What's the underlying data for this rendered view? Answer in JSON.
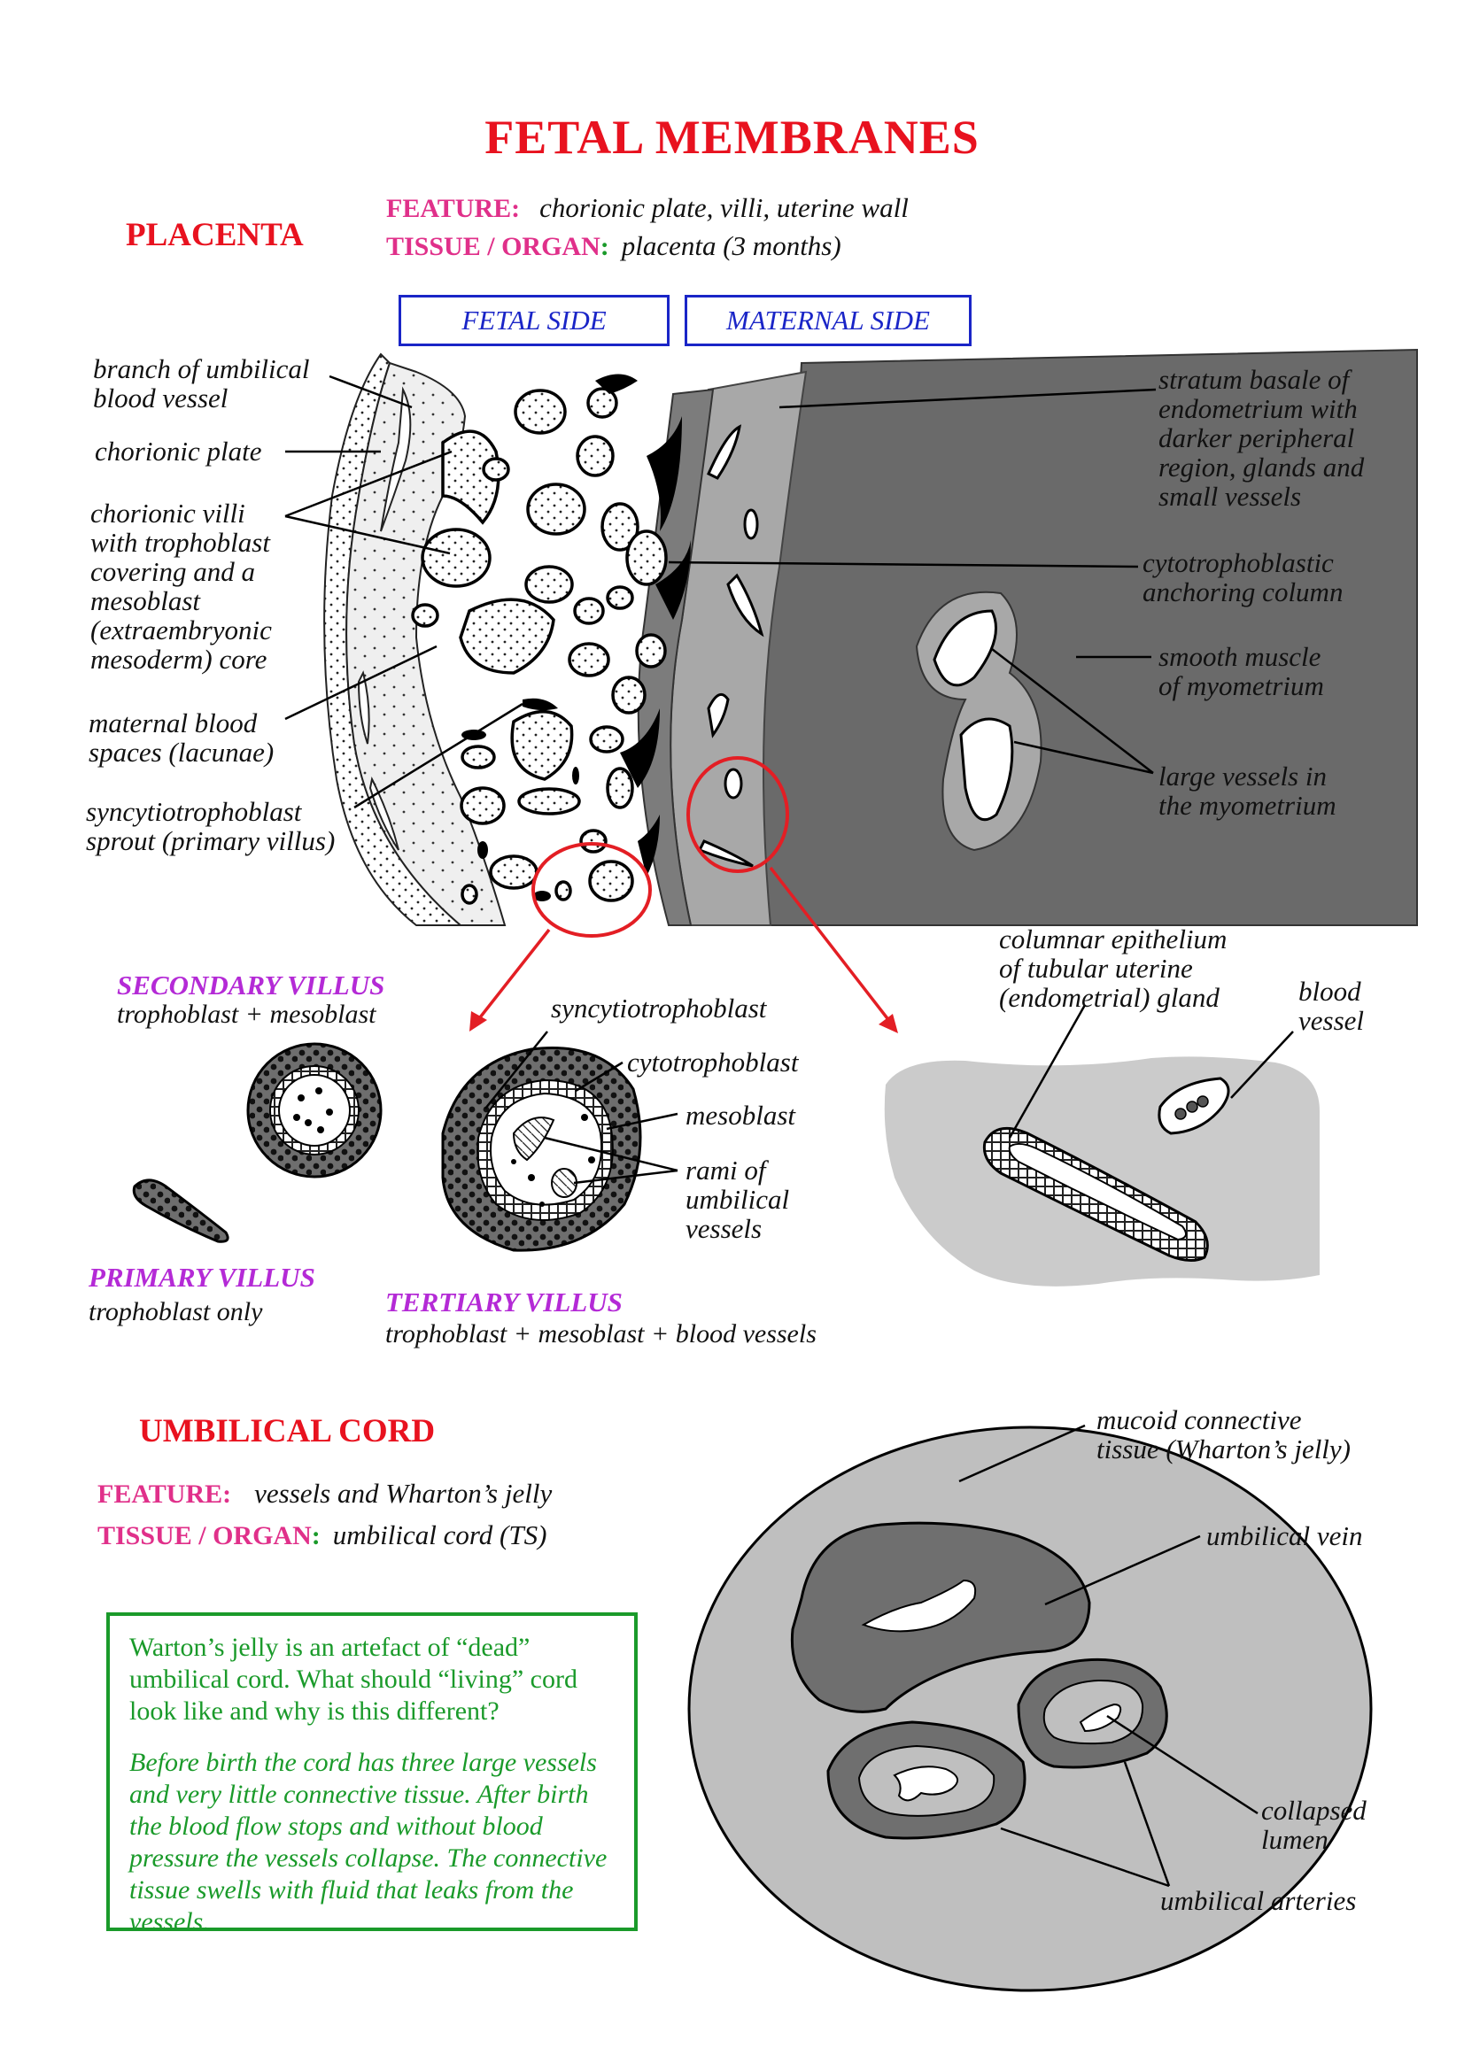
{
  "title": "FETAL MEMBRANES",
  "placenta": {
    "heading": "PLACENTA",
    "feature_label": "FEATURE:",
    "feature_value": "chorionic plate, villi, uterine wall",
    "tissue_label": "TISSUE / ORGAN",
    "tissue_colon": ":",
    "tissue_value": "placenta (3 months)",
    "fetal_side": "FETAL  SIDE",
    "maternal_side": "MATERNAL  SIDE",
    "labels": {
      "branch": [
        "branch of umbilical",
        "blood vessel"
      ],
      "chorionic_plate": [
        "chorionic plate"
      ],
      "chorionic_villi": [
        "chorionic villi",
        "with trophoblast",
        "covering and a",
        "mesoblast",
        "(extraembryonic",
        "mesoderm) core"
      ],
      "maternal_blood": [
        "maternal blood",
        "spaces (lacunae)"
      ],
      "sprout": [
        "syncytiotrophoblast",
        "sprout (primary villus)"
      ],
      "stratum": [
        "stratum basale of",
        "endometrium with",
        "darker peripheral",
        "region, glands and",
        "small vessels"
      ],
      "anchoring": [
        "cytotrophoblastic",
        "anchoring column"
      ],
      "smooth_muscle": [
        "smooth muscle",
        "of myometrium"
      ],
      "large_vessels": [
        "large vessels in",
        "the myometrium"
      ]
    }
  },
  "villi": {
    "secondary_title": "SECONDARY VILLUS",
    "secondary_sub": "trophoblast + mesoblast",
    "primary_title": "PRIMARY VILLUS",
    "primary_sub": "trophoblast only",
    "tertiary_title": "TERTIARY VILLUS",
    "tertiary_sub": "trophoblast + mesoblast + blood vessels",
    "labels": {
      "syncytio": "syncytiotrophoblast",
      "cyto": "cytotrophoblast",
      "mesoblast": "mesoblast",
      "rami": [
        "rami of",
        "umbilical",
        "vessels"
      ]
    }
  },
  "gland": {
    "columnar": [
      "columnar epithelium",
      "of tubular uterine",
      "(endometrial) gland"
    ],
    "blood_vessel": [
      "blood",
      "vessel"
    ]
  },
  "umbilical": {
    "heading": "UMBILICAL CORD",
    "feature_label": "FEATURE:",
    "feature_value": "vessels and Wharton’s jelly",
    "tissue_label": "TISSUE / ORGAN",
    "tissue_colon": ":",
    "tissue_value": "umbilical cord  (TS)",
    "labels": {
      "mucoid": [
        "mucoid connective",
        "tissue (Wharton’s jelly)"
      ],
      "vein": "umbilical vein",
      "collapsed": [
        "collapsed",
        "lumen"
      ],
      "arteries": "umbilical arteries"
    }
  },
  "note": {
    "question": "Warton’s jelly is an artefact of “dead” umbilical cord.  What should “living” cord look like and why is this different?",
    "answer": "Before birth the cord has three large vessels and very little connective tissue. After birth the blood flow stops and without blood pressure the vessels collapse.  The connective tissue swells with fluid that leaks from the vessels."
  },
  "colors": {
    "heading_red": "#e8121f",
    "label_pink": "#e0308a",
    "villus_purple": "#b42ad6",
    "box_blue": "#1a25c7",
    "note_green": "#1a9a2a"
  }
}
